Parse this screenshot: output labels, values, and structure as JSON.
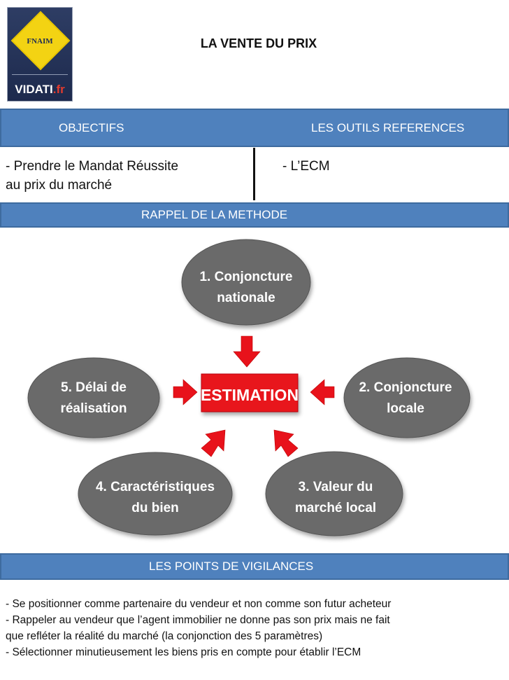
{
  "logo": {
    "brand": "FNAIM",
    "site_main": "VIDATI",
    "site_tld": ".fr"
  },
  "title": "LA VENTE DU PRIX",
  "header_band": {
    "objectives_label": "OBJECTIFS",
    "tools_label": "LES OUTILS REFERENCES"
  },
  "objectives": {
    "line1": "- Prendre le Mandat Réussite",
    "line2": "au prix du marché"
  },
  "tools": {
    "line1": "- L’ECM"
  },
  "method_band": {
    "label": "RAPPEL DE LA METHODE"
  },
  "diagram": {
    "center": "ESTIMATION",
    "nodes": [
      {
        "line1": "1. Conjoncture",
        "line2": "nationale"
      },
      {
        "line1": "2. Conjoncture",
        "line2": "locale"
      },
      {
        "line1": "3. Valeur du",
        "line2": "marché local"
      },
      {
        "line1": "4. Caractéristiques",
        "line2": "du bien"
      },
      {
        "line1": "5. Délai de",
        "line2": "réalisation"
      }
    ],
    "colors": {
      "node_fill": "#6b6b6b",
      "arrow": "#e8121b",
      "center_fill": "#e8121b",
      "text": "#ffffff"
    }
  },
  "vigilance_band": {
    "label": "LES POINTS DE VIGILANCES"
  },
  "vigilance": [
    "- Se positionner comme partenaire du vendeur et non comme son futur acheteur",
    "-  Rappeler au vendeur que l’agent immobilier ne donne pas son prix mais ne fait",
    "que refléter  la réalité du marché (la conjonction des 5 paramètres)",
    "-  Sélectionner minutieusement les biens pris en compte pour établir l’ECM"
  ]
}
